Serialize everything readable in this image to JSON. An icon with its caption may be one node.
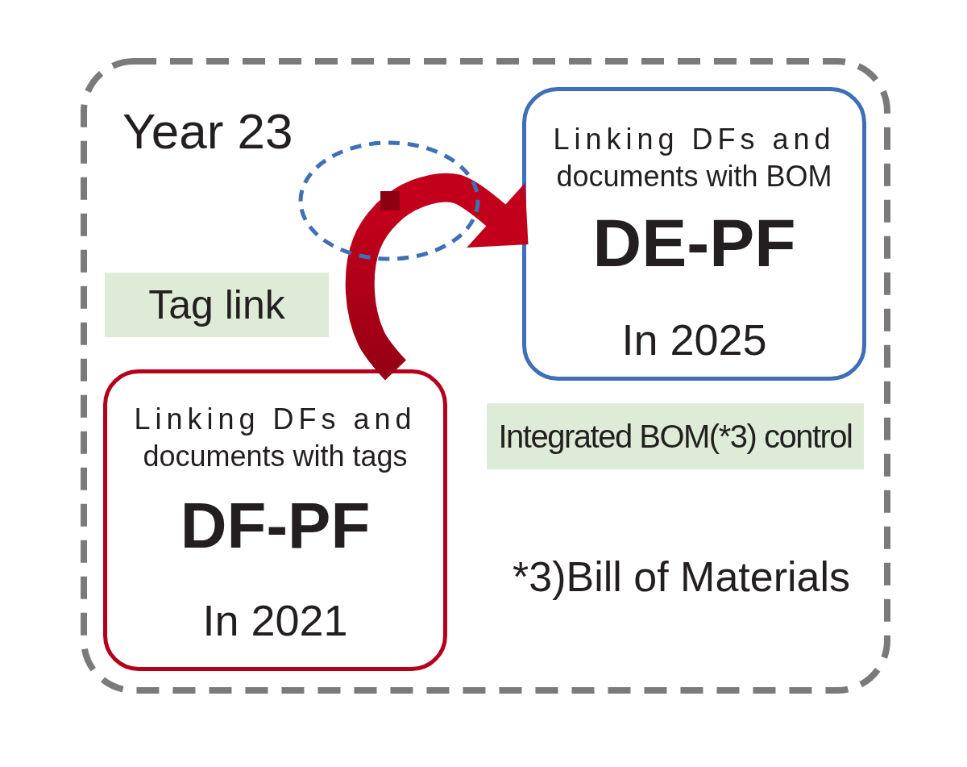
{
  "diagram": {
    "nodes": [
      {
        "text": [
          "Year 23"
        ]
      },
      {
        "text": [
          "Linking DFs and documents with BOM",
          "DE-PF",
          "In 2025"
        ],
        "in": 0
      },
      {
        "text": [
          "Tag link"
        ],
        "in": 0
      },
      {
        "text": [
          "Linking DFs and documents with tags",
          "DF-PF",
          "In 2021"
        ],
        "in": 0
      },
      {
        "text": [
          "Integrated BOM(*3) control"
        ],
        "in": 0
      }
    ],
    "edges": [
      {
        "from": 3,
        "to": 1,
        "arrow": "to",
        "style": "thick"
      }
    ],
    "labels": [
      "*3)Bill of Materials"
    ]
  }
}
